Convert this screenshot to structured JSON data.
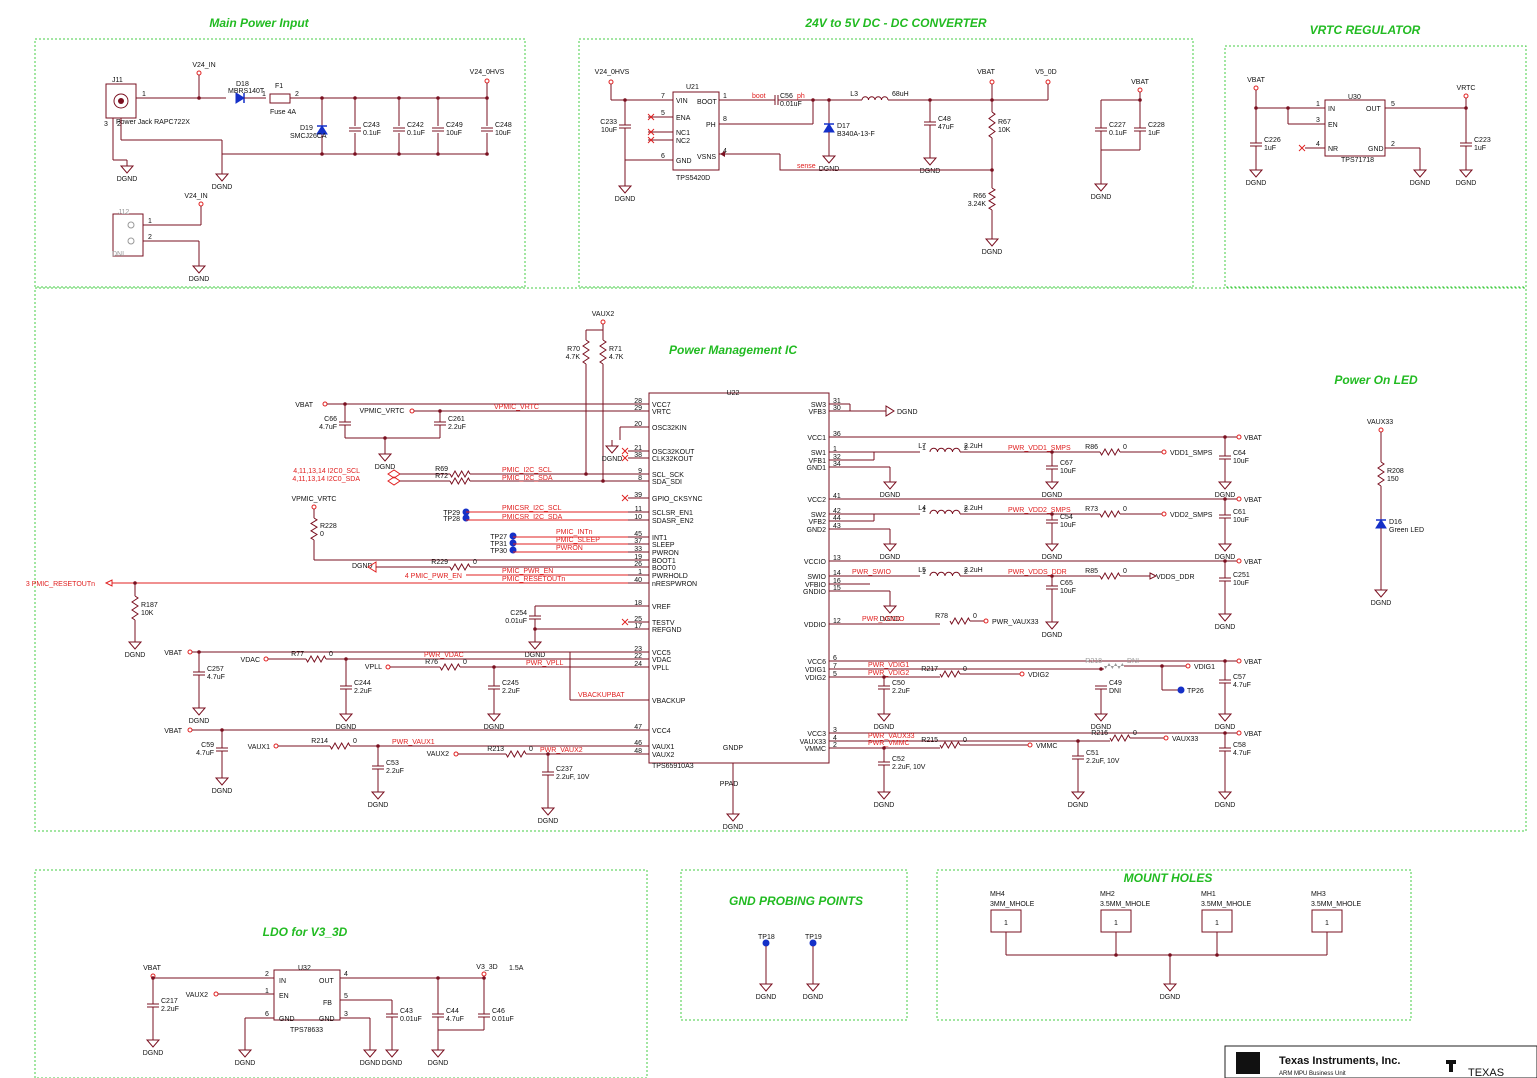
{
  "sections": {
    "main_power_input": "Main Power Input",
    "dc_dc": "24V to 5V DC - DC CONVERTER",
    "vrtc_reg": "VRTC REGULATOR",
    "pmic": "Power Management IC",
    "power_led": "Power On LED",
    "ldo": "LDO for V3_3D",
    "gnd_probe": "GND PROBING POINTS",
    "mount_holes": "MOUNT HOLES"
  },
  "main_power": {
    "j11": "J11",
    "jack": "Power Jack RAPC722X",
    "v24in": "V24_IN",
    "d18": "D18",
    "d18_part": "MBRS140T",
    "f1": "F1",
    "fuse": "Fuse 4A",
    "v24_0hvs": "V24_0HVS",
    "d19": "D19",
    "d19_part": "SMCJ26CA",
    "c243": "C243",
    "c243v": "0.1uF",
    "c242": "C242",
    "c242v": "0.1uF",
    "c249": "C249",
    "c249v": "10uF",
    "c248": "C248",
    "c248v": "10uF",
    "j12": "J12",
    "dni": "DNI",
    "v24in2": "V24_IN"
  },
  "dcdc": {
    "v24_0hvs": "V24_0HVS",
    "u21": "U21",
    "part": "TPS5420D",
    "c233": "C233",
    "c233v": "10uF",
    "boot": "boot",
    "ph": "ph",
    "c56": "C56",
    "c56v": "0.01uF",
    "l3": "L3",
    "l3v": "68uH",
    "d17": "D17",
    "d17_part": "B340A-13-F",
    "c48": "C48",
    "c48v": "47uF",
    "vbat": "VBAT",
    "v5_0d": "V5_0D",
    "r67": "R67",
    "r67v": "10K",
    "r66": "R66",
    "r66v": "3.24K",
    "sense": "sense",
    "c227": "C227",
    "c227v": "0.1uF",
    "c228": "C228",
    "c228v": "1uF",
    "vbat2": "VBAT",
    "pins": [
      "VIN",
      "BOOT",
      "ENA",
      "PH",
      "NC1",
      "NC2",
      "GND",
      "VSNS"
    ]
  },
  "vrtc": {
    "vbat": "VBAT",
    "u30": "U30",
    "part": "TPS71718",
    "vrtc": "VRTC",
    "c226": "C226",
    "c226v": "1uF",
    "c223": "C223",
    "c223v": "1uF",
    "pins": [
      "IN",
      "EN",
      "NR",
      "OUT",
      "GND"
    ]
  },
  "pmic": {
    "u22": "U22",
    "part": "TPS65910A3",
    "vaux2": "VAUX2",
    "r70": "R70",
    "r70v": "4.7K",
    "r71": "R71",
    "r71v": "4.7K",
    "vbat": "VBAT",
    "vpmic_vrtc": "VPMIC_VRTC",
    "c66": "C66",
    "c66v": "4.7uF",
    "c261": "C261",
    "c261v": "2.2uF",
    "i2c_scl": "4,11,13,14  I2C0_SCL",
    "i2c_sda": "4,11,13,14  I2C0_SDA",
    "r69": "R69",
    "r72": "R72",
    "r228": "R228",
    "r228v": "0",
    "r229": "R229",
    "reset": "3  PMIC_RESETOUTn",
    "pwr_en": "4  PMIC_PWR_EN",
    "r187": "R187",
    "r187v": "10K",
    "c254": "C254",
    "c254v": "0.01uF",
    "vdac": "VDAC",
    "vpll": "VPLL",
    "r77": "R77",
    "r76": "R76",
    "c257": "C257",
    "c257v": "4.7uF",
    "c244": "C244",
    "c244v": "2.2uF",
    "c245": "C245",
    "c245v": "2.2uF",
    "vbackupbat": "VBACKUPBAT",
    "vaux1": "VAUX1",
    "vaux2b": "VAUX2",
    "r214": "R214",
    "r213": "R213",
    "c59": "C59",
    "c59v": "4.7uF",
    "c53": "C53",
    "c53v": "2.2uF",
    "c237": "C237",
    "c237v": "2.2uF, 10V",
    "left_pins": [
      [
        "28",
        "VCC7"
      ],
      [
        "29",
        "VRTC"
      ],
      [
        "20",
        "OSC32KIN"
      ],
      [
        "21",
        "OSC32KOUT"
      ],
      [
        "38",
        "CLK32KOUT"
      ],
      [
        "9",
        "SCL_SCK"
      ],
      [
        "8",
        "SDA_SDI"
      ],
      [
        "39",
        "GPIO_CKSYNC"
      ],
      [
        "11",
        "SCLSR_EN1"
      ],
      [
        "10",
        "SDASR_EN2"
      ],
      [
        "45",
        "INT1"
      ],
      [
        "37",
        "SLEEP"
      ],
      [
        "33",
        "PWRON"
      ],
      [
        "19",
        "BOOT1"
      ],
      [
        "26",
        "BOOT0"
      ],
      [
        "1",
        "PWRHOLD"
      ],
      [
        "40",
        "nRESPWRON"
      ],
      [
        "18",
        "VREF"
      ],
      [
        "25",
        "TESTV"
      ],
      [
        "17",
        "REFGND"
      ],
      [
        "23",
        "VCC5"
      ],
      [
        "22",
        "VDAC"
      ],
      [
        "24",
        "VPLL"
      ],
      [
        "",
        "VBACKUP"
      ],
      [
        "47",
        "VCC4"
      ],
      [
        "46",
        "VAUX1"
      ],
      [
        "48",
        "VAUX2"
      ]
    ],
    "right_pins": [
      [
        "31",
        "SW3"
      ],
      [
        "30",
        "VFB3"
      ],
      [
        "36",
        "VCC1"
      ],
      [
        "1",
        "SW1"
      ],
      [
        "32",
        "VFB1"
      ],
      [
        "34",
        "GND1"
      ],
      [
        "41",
        "VCC2"
      ],
      [
        "42",
        "SW2"
      ],
      [
        "44",
        "VFB2"
      ],
      [
        "43",
        "GND2"
      ],
      [
        "13",
        "VCCIO"
      ],
      [
        "14",
        "SWIO"
      ],
      [
        "16",
        "VFBIO"
      ],
      [
        "15",
        "GNDIO"
      ],
      [
        "12",
        "VDDIO"
      ],
      [
        "6",
        "VCC6"
      ],
      [
        "7",
        "VDIG1"
      ],
      [
        "5",
        "VDIG2"
      ],
      [
        "3",
        "VCC3"
      ],
      [
        "4",
        "VAUX33"
      ],
      [
        "2",
        "VMMC"
      ]
    ],
    "nets_left": [
      "VPMIC_VRTC",
      "PMIC_I2C_SCL",
      "PMIC_I2C_SDA",
      "PMICSR_I2C_SCL",
      "PMICSR_I2C_SDA",
      "PMIC_INTn",
      "PMIC_SLEEP",
      "PWRON",
      "PMIC_PWR_EN",
      "PMIC_RESETOUTn",
      "PWR_VDAC",
      "PWR_VPLL",
      "PWR_VAUX1",
      "PWR_VAUX2"
    ],
    "tps": [
      "TP29",
      "TP28",
      "TP27",
      "TP31",
      "TP30",
      "TP26"
    ],
    "l7": "L7",
    "l7v": "2.2uH",
    "l4": "L4",
    "l4v": "2.2uH",
    "l5": "L5",
    "l5v": "2.2uH",
    "r86": "R86",
    "r73": "R73",
    "r85": "R85",
    "r78": "R78",
    "r217": "R217",
    "r218": "R218",
    "r215": "R215",
    "r216": "R216",
    "vdd1": "VDD1_SMPS",
    "vdd2": "VDD2_SMPS",
    "vdds_ddr": "VDDS_DDR",
    "pwr_vaux33": "PWR_VAUX33",
    "vdig1": "VDIG1",
    "vdig2": "VDIG2",
    "vmmc": "VMMC",
    "vaux33": "VAUX33",
    "pwr_vdd1": "PWR_VDD1_SMPS",
    "pwr_vdd2": "PWR_VDD2_SMPS",
    "pwr_vdds": "PWR_VDDS_DDR",
    "pwr_swio": "PWR_SWIO",
    "pwr_vddio": "PWR_VDDIO",
    "pwr_vdig1": "PWR_VDIG1",
    "pwr_vdig2": "PWR_VDIG2",
    "pwr_vaux33b": "PWR_VAUX33",
    "pwr_vmmc": "PWR_VMMC",
    "c64": "C64",
    "c61": "C61",
    "c251": "C251",
    "c67": "C67",
    "c54": "C54",
    "c65": "C65",
    "c10uf": "10uF",
    "c57": "C57",
    "c57v": "4.7uF",
    "c50": "C50",
    "c50v": "2.2uF",
    "c49": "C49",
    "c52": "C52",
    "c52v": "2.2uF, 10V",
    "c51": "C51",
    "c51v": "2.2uF, 10V",
    "c58": "C58",
    "c58v": "4.7uF",
    "gndp": "GNDP",
    "ppad": "PPAD",
    "zero": "0",
    "dni": "DNI"
  },
  "led": {
    "vaux33": "VAUX33",
    "r208": "R208",
    "r208v": "150",
    "d16": "D16",
    "d16_part": "Green LED"
  },
  "ldo_sec": {
    "vbat": "VBAT",
    "u32": "U32",
    "part": "TPS78633",
    "v3_3d": "V3_3D",
    "amp": "1.5A",
    "vaux2": "VAUX2",
    "c217": "C217",
    "c217v": "2.2uF",
    "c43": "C43",
    "c43v": "0.01uF",
    "c44": "C44",
    "c44v": "4.7uF",
    "c46": "C46",
    "c46v": "0.01uF",
    "pins": [
      "IN",
      "EN",
      "GND",
      "OUT",
      "FB",
      "GND"
    ]
  },
  "probe": {
    "tp18": "TP18",
    "tp19": "TP19"
  },
  "holes": {
    "mh4": "MH4",
    "mh4v": "3MM_MHOLE",
    "mh2": "MH2",
    "mh2v": "3.5MM_MHOLE",
    "mh1": "MH1",
    "mh1v": "3.5MM_MHOLE",
    "mh3": "MH3",
    "mh3v": "3.5MM_MHOLE"
  },
  "dgnd": "DGND",
  "titleblock": {
    "company": "Texas Instruments, Inc.",
    "unit": "ARM MPU Business Unit",
    "brand": "TEXAS"
  }
}
